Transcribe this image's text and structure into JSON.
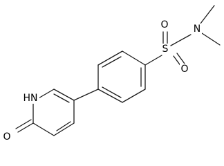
{
  "molecule": {
    "atoms": {
      "sulfur": "S",
      "oxygen_1": "O",
      "oxygen_2": "O",
      "nitrogen_amine": "N",
      "pyridone_nh": "HN",
      "carbonyl_oxygen": "O"
    }
  }
}
